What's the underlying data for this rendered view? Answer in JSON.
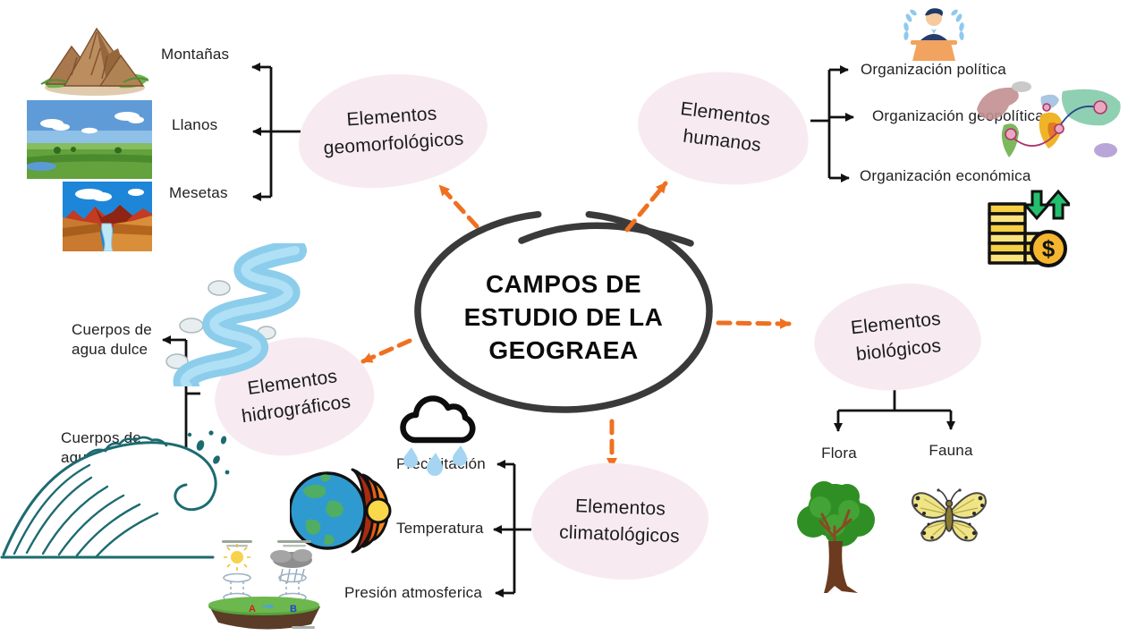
{
  "center": {
    "title_lines": [
      "CAMPOS DE",
      "ESTUDIO DE LA",
      "GEOGRAEA"
    ]
  },
  "branches": {
    "geomorfologicos": {
      "label_lines": [
        "Elementos",
        "geomorfológicos"
      ],
      "items": [
        {
          "label": "Montañas",
          "icon": "mountain-illustration"
        },
        {
          "label": "Llanos",
          "icon": "plain-landscape-illustration"
        },
        {
          "label": "Mesetas",
          "icon": "plateau-canyon-illustration"
        }
      ]
    },
    "humanos": {
      "label_lines": [
        "Elementos",
        "humanos"
      ],
      "items": [
        {
          "label": "Organización política",
          "icon": "politician-podium-illustration"
        },
        {
          "label": "Organización geopolítica",
          "icon": "world-map-illustration"
        },
        {
          "label": "Organización económica",
          "icon": "coins-economy-illustration"
        }
      ]
    },
    "hidrograficos": {
      "label_lines": [
        "Elementos",
        "hidrográficos"
      ],
      "items": [
        {
          "label_lines": [
            "Cuerpos de",
            "agua dulce"
          ],
          "icon": "river-illustration"
        },
        {
          "label_lines": [
            "Cuerpos de",
            "agua salada"
          ],
          "icon": "ocean-wave-illustration"
        }
      ]
    },
    "climatologicos": {
      "label_lines": [
        "Elementos",
        "climatológicos"
      ],
      "items": [
        {
          "label": "Precipitación",
          "icon": "rain-cloud-icon"
        },
        {
          "label": "Temperatura",
          "icon": "earth-layers-icon"
        },
        {
          "label": "Presión atmosferica",
          "icon": "air-pressure-diagram-illustration"
        }
      ]
    },
    "biologicos": {
      "label_lines": [
        "Elementos",
        "biológicos"
      ],
      "items": [
        {
          "label": "Flora",
          "icon": "tree-illustration"
        },
        {
          "label": "Fauna",
          "icon": "butterfly-illustration"
        }
      ]
    }
  },
  "icon_glyphs": {
    "dollar": "$",
    "pressure_a": "A",
    "pressure_b": "B"
  },
  "colors": {
    "blob_pink": "#f7ebf1",
    "arrow_orange": "#ef7020",
    "connector_black": "#111111",
    "title_black": "#0c0c0c",
    "wave_teal": "#1c6b70"
  }
}
